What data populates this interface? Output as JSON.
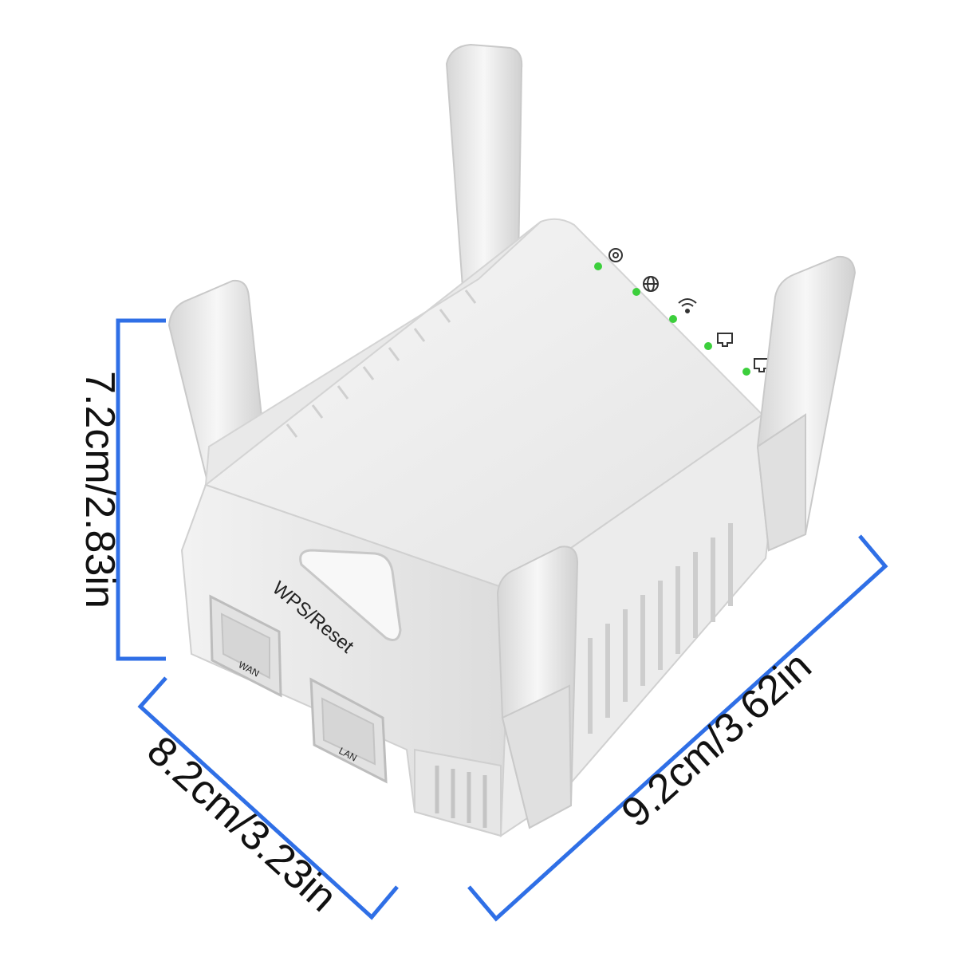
{
  "dimensions": {
    "height": "7.2cm/2.83in",
    "depth": "8.2cm/3.23in",
    "width": "9.2cm/3.62in"
  },
  "device": {
    "button_label": "WPS/Reset",
    "port_wan": "WAN",
    "port_lan": "LAN",
    "indicators": [
      "power-icon",
      "globe-icon",
      "wifi-icon",
      "lan-port-icon",
      "wan-port-icon"
    ]
  },
  "colors": {
    "dimension_line": "#2f6fe6",
    "led": "#3ccf3c",
    "body": "#efefef"
  }
}
